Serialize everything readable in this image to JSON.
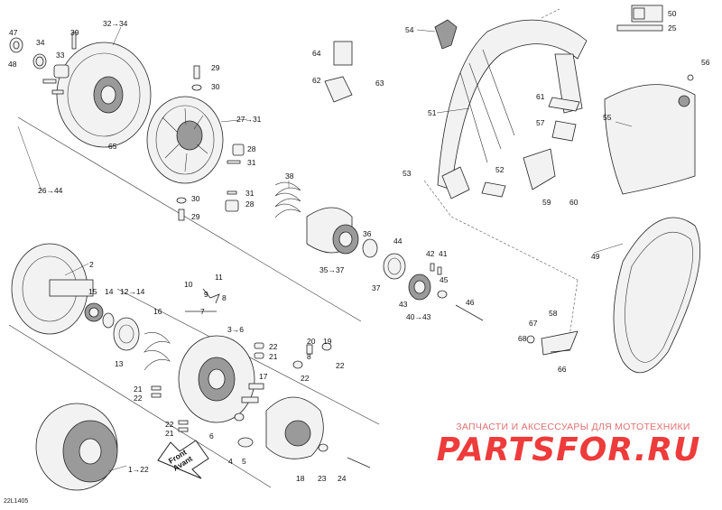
{
  "diagram": {
    "doc_code": "22L1405",
    "labels": {
      "l47": "47",
      "l48": "48",
      "l34a": "34",
      "l33": "33",
      "l39": "39",
      "l32_34": "32→34",
      "l29a": "29",
      "l30a": "30",
      "l27_31": "27→31",
      "l28a": "28",
      "l31a": "31",
      "l65": "65",
      "l26_44": "26→44",
      "l38": "38",
      "l31b": "31",
      "l28b": "28",
      "l30b": "30",
      "l29b": "29",
      "l36": "36",
      "l44": "44",
      "l35_37": "35→37",
      "l37": "37",
      "l42": "42",
      "l41": "41",
      "l45": "45",
      "l43": "43",
      "l40_43": "40→43",
      "l46": "46",
      "l2": "2",
      "l15": "15",
      "l14": "14",
      "l12_14": "12→14",
      "l16": "16",
      "l13": "13",
      "l10": "10",
      "l11": "11",
      "l9": "9",
      "l8a": "8",
      "l7": "7",
      "l3_6": "3→6",
      "l22a": "22",
      "l21a": "21",
      "l20": "20",
      "l19": "19",
      "l8b": "8",
      "l22b": "22",
      "l22c": "22",
      "l17": "17",
      "l21b": "21",
      "l22d": "22",
      "l22e": "22",
      "l21c": "21",
      "l6": "6",
      "l4": "4",
      "l5": "5",
      "l18": "18",
      "l23": "23",
      "l24": "24",
      "l1_22": "1→22",
      "l54": "54",
      "l50": "50",
      "l25": "25",
      "l64": "64",
      "l62": "62",
      "l63": "63",
      "l51": "51",
      "l61": "61",
      "l57": "57",
      "l56": "56",
      "l55": "55",
      "l53": "53",
      "l52": "52",
      "l59": "59",
      "l60": "60",
      "l49": "49",
      "l58": "58",
      "l67": "67",
      "l68": "68",
      "l66": "66"
    },
    "arrow_text_line1": "Front",
    "arrow_text_line2": "Avant"
  },
  "watermark": {
    "line1": "ЗАПЧАСТИ И АКСЕССУАРЫ ДЛЯ МОТОТЕХНИКИ",
    "logo": "PARTSFOR.RU"
  },
  "colors": {
    "watermark": "#ee3b3b",
    "ink": "#222222"
  }
}
